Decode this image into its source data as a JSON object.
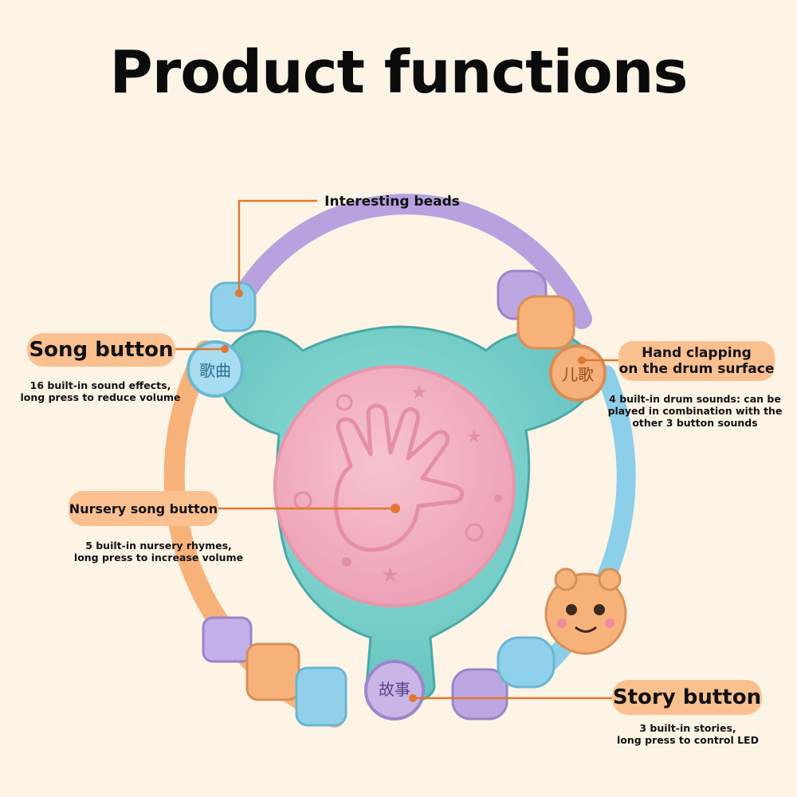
{
  "title": "Product functions",
  "callouts": {
    "beads": {
      "label": "Interesting beads"
    },
    "song": {
      "label": "Song button",
      "desc_line1": "16 built-in sound effects,",
      "desc_line2": "long press to reduce volume"
    },
    "clap": {
      "label_line1": "Hand clapping",
      "label_line2": "on the drum surface",
      "desc_line1": "4 built-in drum sounds: can be",
      "desc_line2": "played in combination with the",
      "desc_line3": "other 3 button sounds"
    },
    "nursery": {
      "label": "Nursery song button",
      "desc_line1": "5 built-in nursery rhymes,",
      "desc_line2": "long press to increase volume"
    },
    "story": {
      "label": "Story button",
      "desc_line1": "3 built-in stories,",
      "desc_line2": "long press to control LED"
    }
  },
  "toy": {
    "song_button_text": "歌曲",
    "rhyme_button_text": "儿歌",
    "story_button_text": "故事"
  },
  "colors": {
    "background": "#fdf4e6",
    "pill": "#fbc08f",
    "leader_line": "#e0782f",
    "body_teal": "#7fd3cf",
    "drum_pink": "#f4b6c6",
    "ring_purple": "#b9a4e0",
    "ring_orange": "#f7b47c",
    "ring_blue": "#8fd0ea"
  }
}
